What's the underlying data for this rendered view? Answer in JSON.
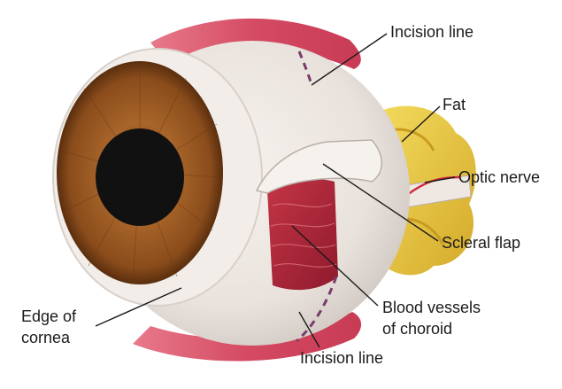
{
  "labels": {
    "incision_top": "Incision line",
    "fat": "Fat",
    "optic_nerve": "Optic nerve",
    "scleral_flap": "Scleral flap",
    "blood_vessels": [
      "Blood vessels",
      "of choroid"
    ],
    "edge_cornea": [
      "Edge of",
      "cornea"
    ],
    "incision_bottom": "Incision line"
  },
  "colors": {
    "sclera": "#ece6e0",
    "iris": "#9a5a22",
    "pupil": "#111111",
    "muscle": "#d9556a",
    "fat": "#e6c53c",
    "choroid": "#b8283a",
    "incision_dash": "#7b3a6a",
    "leader": "#1a1a1a"
  },
  "icons": [
    "eyeball-illustration"
  ]
}
